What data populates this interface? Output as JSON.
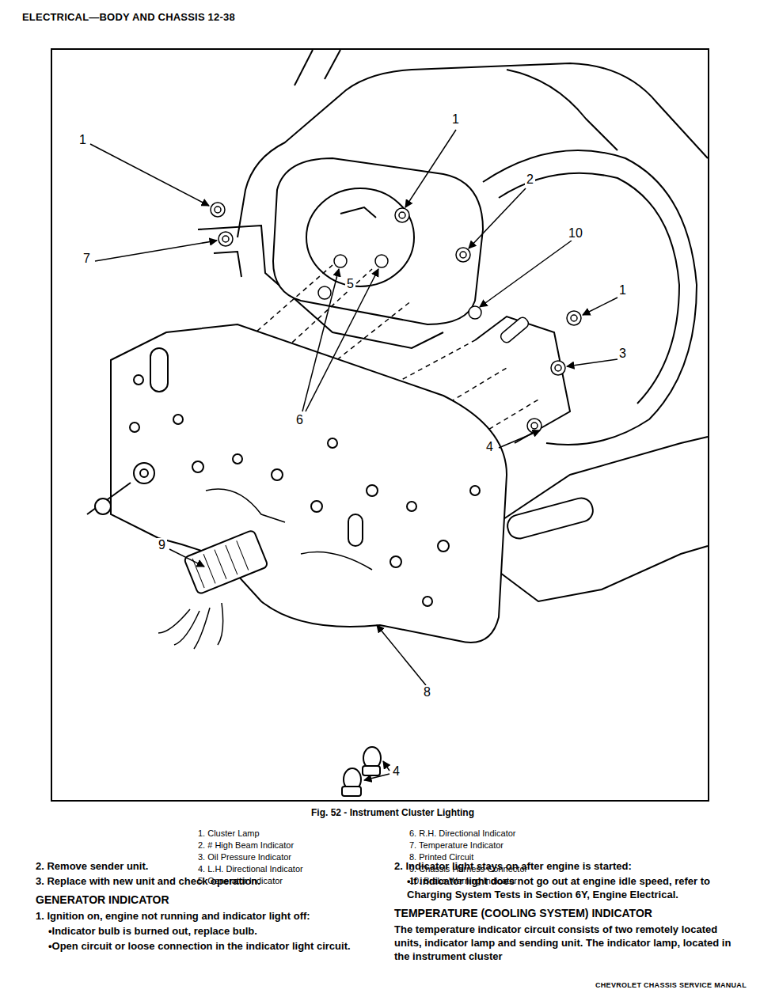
{
  "diagram": {
    "title": "ELECTRICAL—BODY AND CHASSIS 12-38",
    "caption": "Fig. 52 - Instrument Cluster Lighting",
    "labels": [
      "1",
      "7",
      "1",
      "2",
      "10",
      "1",
      "3",
      "5",
      "6",
      "4",
      "9",
      "8",
      "4",
      "1. Cluster Lamp",
      "2. # High Beam Indicator",
      "3. Oil Pressure Indicator",
      "4. L.H. Directional Indicator",
      "5. Generator Indicator",
      "6. R.H. Directional Indicator",
      "7. Temperature Indicator",
      "8. Printed Circuit",
      "9. Chassis Harness Connector",
      "10. Brake Warning Indicator",
      "2. Remove sender unit.",
      "3. Replace with new unit and check operation.",
      "GENERATOR INDICATOR",
      "1. Ignition on, engine not running and indicator light off:",
      "•Indicator bulb is burned out, replace bulb.",
      "•Open circuit or loose connection in the indicator light circuit.",
      "2. Indicator light stays on after engine is started:",
      "•If indicator light does not go out at engine idle speed, refer to Charging System Tests in Section 6Y, Engine Electrical.",
      "TEMPERATURE (COOLING SYSTEM) INDICATOR",
      "The temperature indicator circuit consists of two remotely located units, indicator lamp and sending unit. The indicator lamp, located in the instrument cluster",
      "CHEVROLET CHASSIS SERVICE MANUAL"
    ]
  }
}
